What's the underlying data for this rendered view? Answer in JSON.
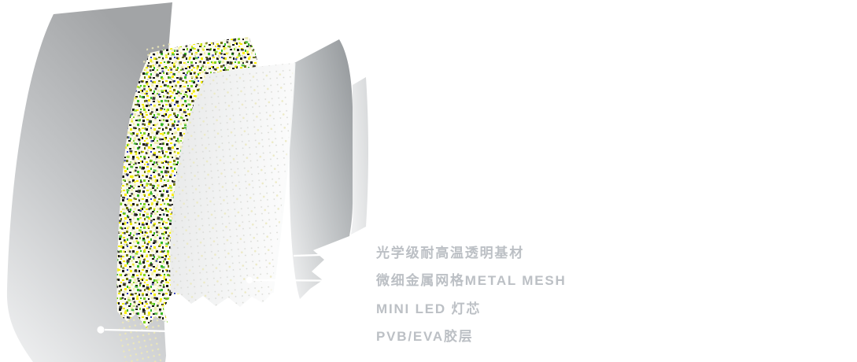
{
  "diagram": {
    "callouts": [
      {
        "id": "substrate",
        "label": "光学级耐高温透明基材"
      },
      {
        "id": "metal-mesh",
        "label": "微细金属网格METAL MESH"
      },
      {
        "id": "mini-led",
        "label": "MINI LED 灯芯"
      },
      {
        "id": "adhesive",
        "label": "PVB/EVA胶层"
      }
    ],
    "colors": {
      "background": "#ffffff",
      "label_text": "#bcc0c5",
      "callout_marker": "#ffffff",
      "sheet_gray_dark": "#9a9ea1",
      "sheet_gray_light": "#eceded",
      "led_speckle": [
        "#141414",
        "#f2ee00",
        "#ffee00",
        "#35bb22",
        "#7fd41c",
        "#707a08",
        "#2434c4",
        "#f4f2b0"
      ]
    }
  }
}
